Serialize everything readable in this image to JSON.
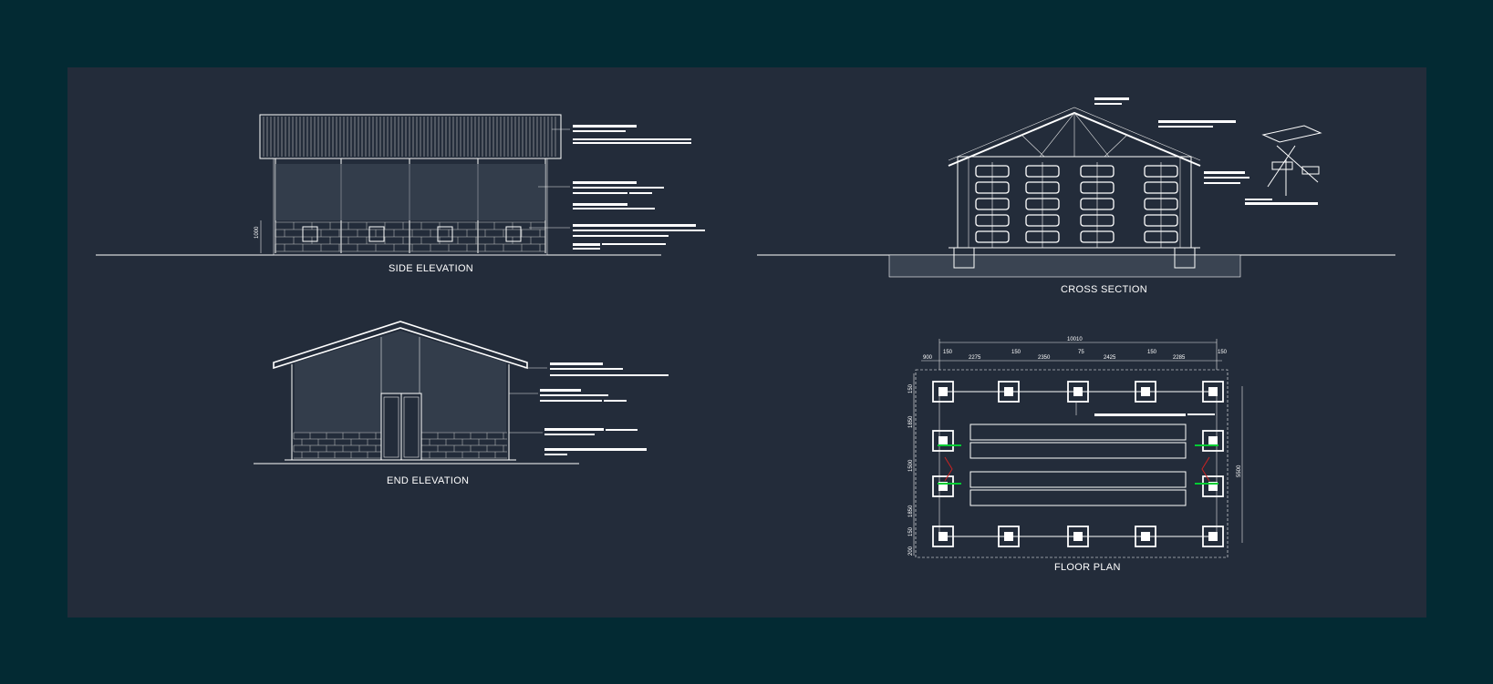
{
  "drawing": {
    "colors": {
      "outer_background": "#032a33",
      "sheet_background": "#232c3a",
      "linework": "#ffffff",
      "section_marker": "#00cc33",
      "hatch_marker": "#cc2222"
    },
    "views": {
      "side_elevation": {
        "title": "SIDE ELEVATION",
        "dims": [
          "1000"
        ]
      },
      "end_elevation": {
        "title": "END ELEVATION"
      },
      "cross_section": {
        "title": "CROSS SECTION"
      },
      "floor_plan": {
        "title": "FLOOR PLAN",
        "overall_dim": "10010",
        "top_dims": [
          "900",
          "150",
          "2275",
          "150",
          "2350",
          "75",
          "2425",
          "150",
          "2285",
          "150"
        ],
        "left_dims": [
          "150",
          "1850",
          "1500",
          "1850",
          "150",
          "200"
        ],
        "right_dim": "5500"
      }
    }
  }
}
